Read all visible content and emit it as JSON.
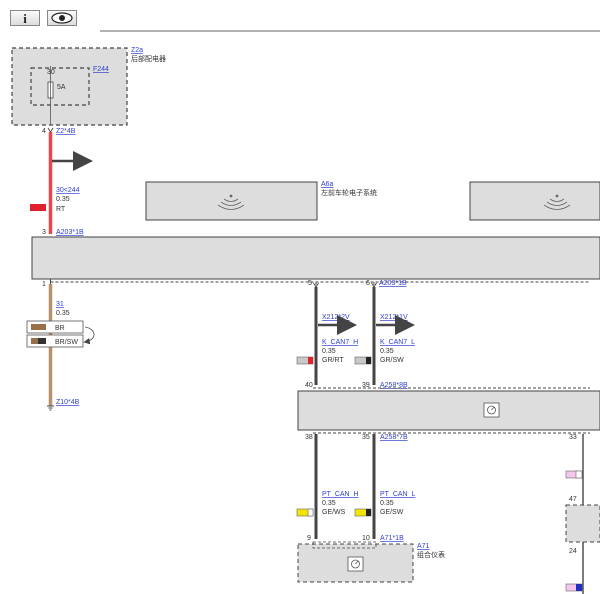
{
  "toolbar": {
    "info_icon": "info-icon",
    "view_icon": "eye-icon"
  },
  "components": {
    "rear_dist": {
      "ref": "Z2a",
      "name": "后部配电器"
    },
    "fuse": {
      "ref": "F244",
      "rating": "5A",
      "pin": "30"
    },
    "a6a": {
      "ref": "A6a",
      "name": "左前车轮电子系统"
    },
    "a71": {
      "ref": "A71",
      "name": "组合仪表"
    }
  },
  "connectors": {
    "z2_4b": "Z2*4B",
    "a203_1b_top": "A203*1B",
    "a203_1b_right": "A203*1B",
    "x212_2v": "X212*2V",
    "x212_1v": "X212*1V",
    "a258_8b": "A258*8B",
    "a258_7b": "A258*7B",
    "a71_1b": "A71*1B",
    "z10_4b": "Z10*4B"
  },
  "pins": {
    "p4": "4",
    "p3": "3",
    "p1": "1",
    "p5": "5",
    "p6": "6",
    "p40": "40",
    "p39": "39",
    "p38": "38",
    "p35": "35",
    "p33": "33",
    "p47": "47",
    "p24": "24",
    "p9": "9",
    "p10": "10"
  },
  "wires": {
    "w30_244": {
      "signal": "30<244",
      "size": "0.35",
      "color": "RT"
    },
    "w31": {
      "signal": "31",
      "size": "0.35"
    },
    "can_h": {
      "signal": "K_CAN7_H",
      "size": "0.35",
      "color": "GR/RT"
    },
    "can_l": {
      "signal": "K_CAN7_L",
      "size": "0.35",
      "color": "GR/SW"
    },
    "pt_h": {
      "signal": "PT_CAN_H",
      "size": "0.35",
      "color": "GE/WS"
    },
    "pt_l": {
      "signal": "PT_CAN_L",
      "size": "0.35",
      "color": "GE/SW"
    }
  },
  "alt_colors": {
    "opt1": "BR",
    "opt2": "BR/SW"
  },
  "palette": {
    "red_wire": "#e8484c",
    "brown_wire": "#b8906a",
    "gray_wire": "#444444",
    "module_fill": "#dddddd",
    "swatch_red": "#e0202a",
    "swatch_brown": "#9a7048",
    "swatch_yellow": "#f2e600",
    "swatch_pink": "#f4c6ec",
    "swatch_blue": "#1f2fbf"
  }
}
